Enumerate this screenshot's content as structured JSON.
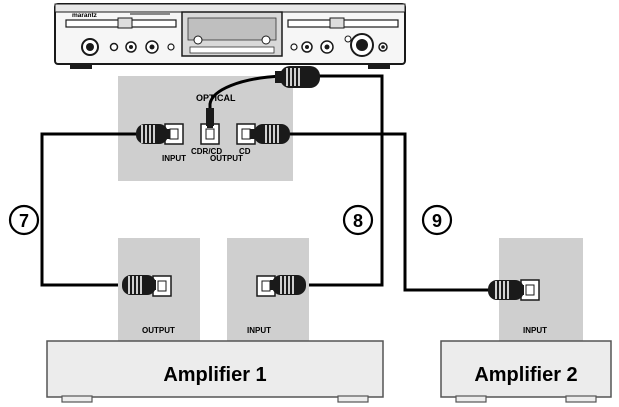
{
  "device": {
    "brand": "marantz"
  },
  "panel_labels": {
    "optical": "OPTICAL",
    "input": "INPUT",
    "cdr_cd": "CDR/CD",
    "output": "OUTPUT",
    "cd": "CD"
  },
  "connection_markers": [
    "7",
    "8",
    "9"
  ],
  "amp1": {
    "name": "Amplifier 1",
    "output_label": "OUTPUT",
    "input_label": "INPUT"
  },
  "amp2": {
    "name": "Amplifier 2",
    "input_label": "INPUT"
  },
  "colors": {
    "panel_gray": "#cfcfcf",
    "amp_body": "#ececec",
    "cable": "#000000",
    "device_dark": "#1a1a1a"
  }
}
